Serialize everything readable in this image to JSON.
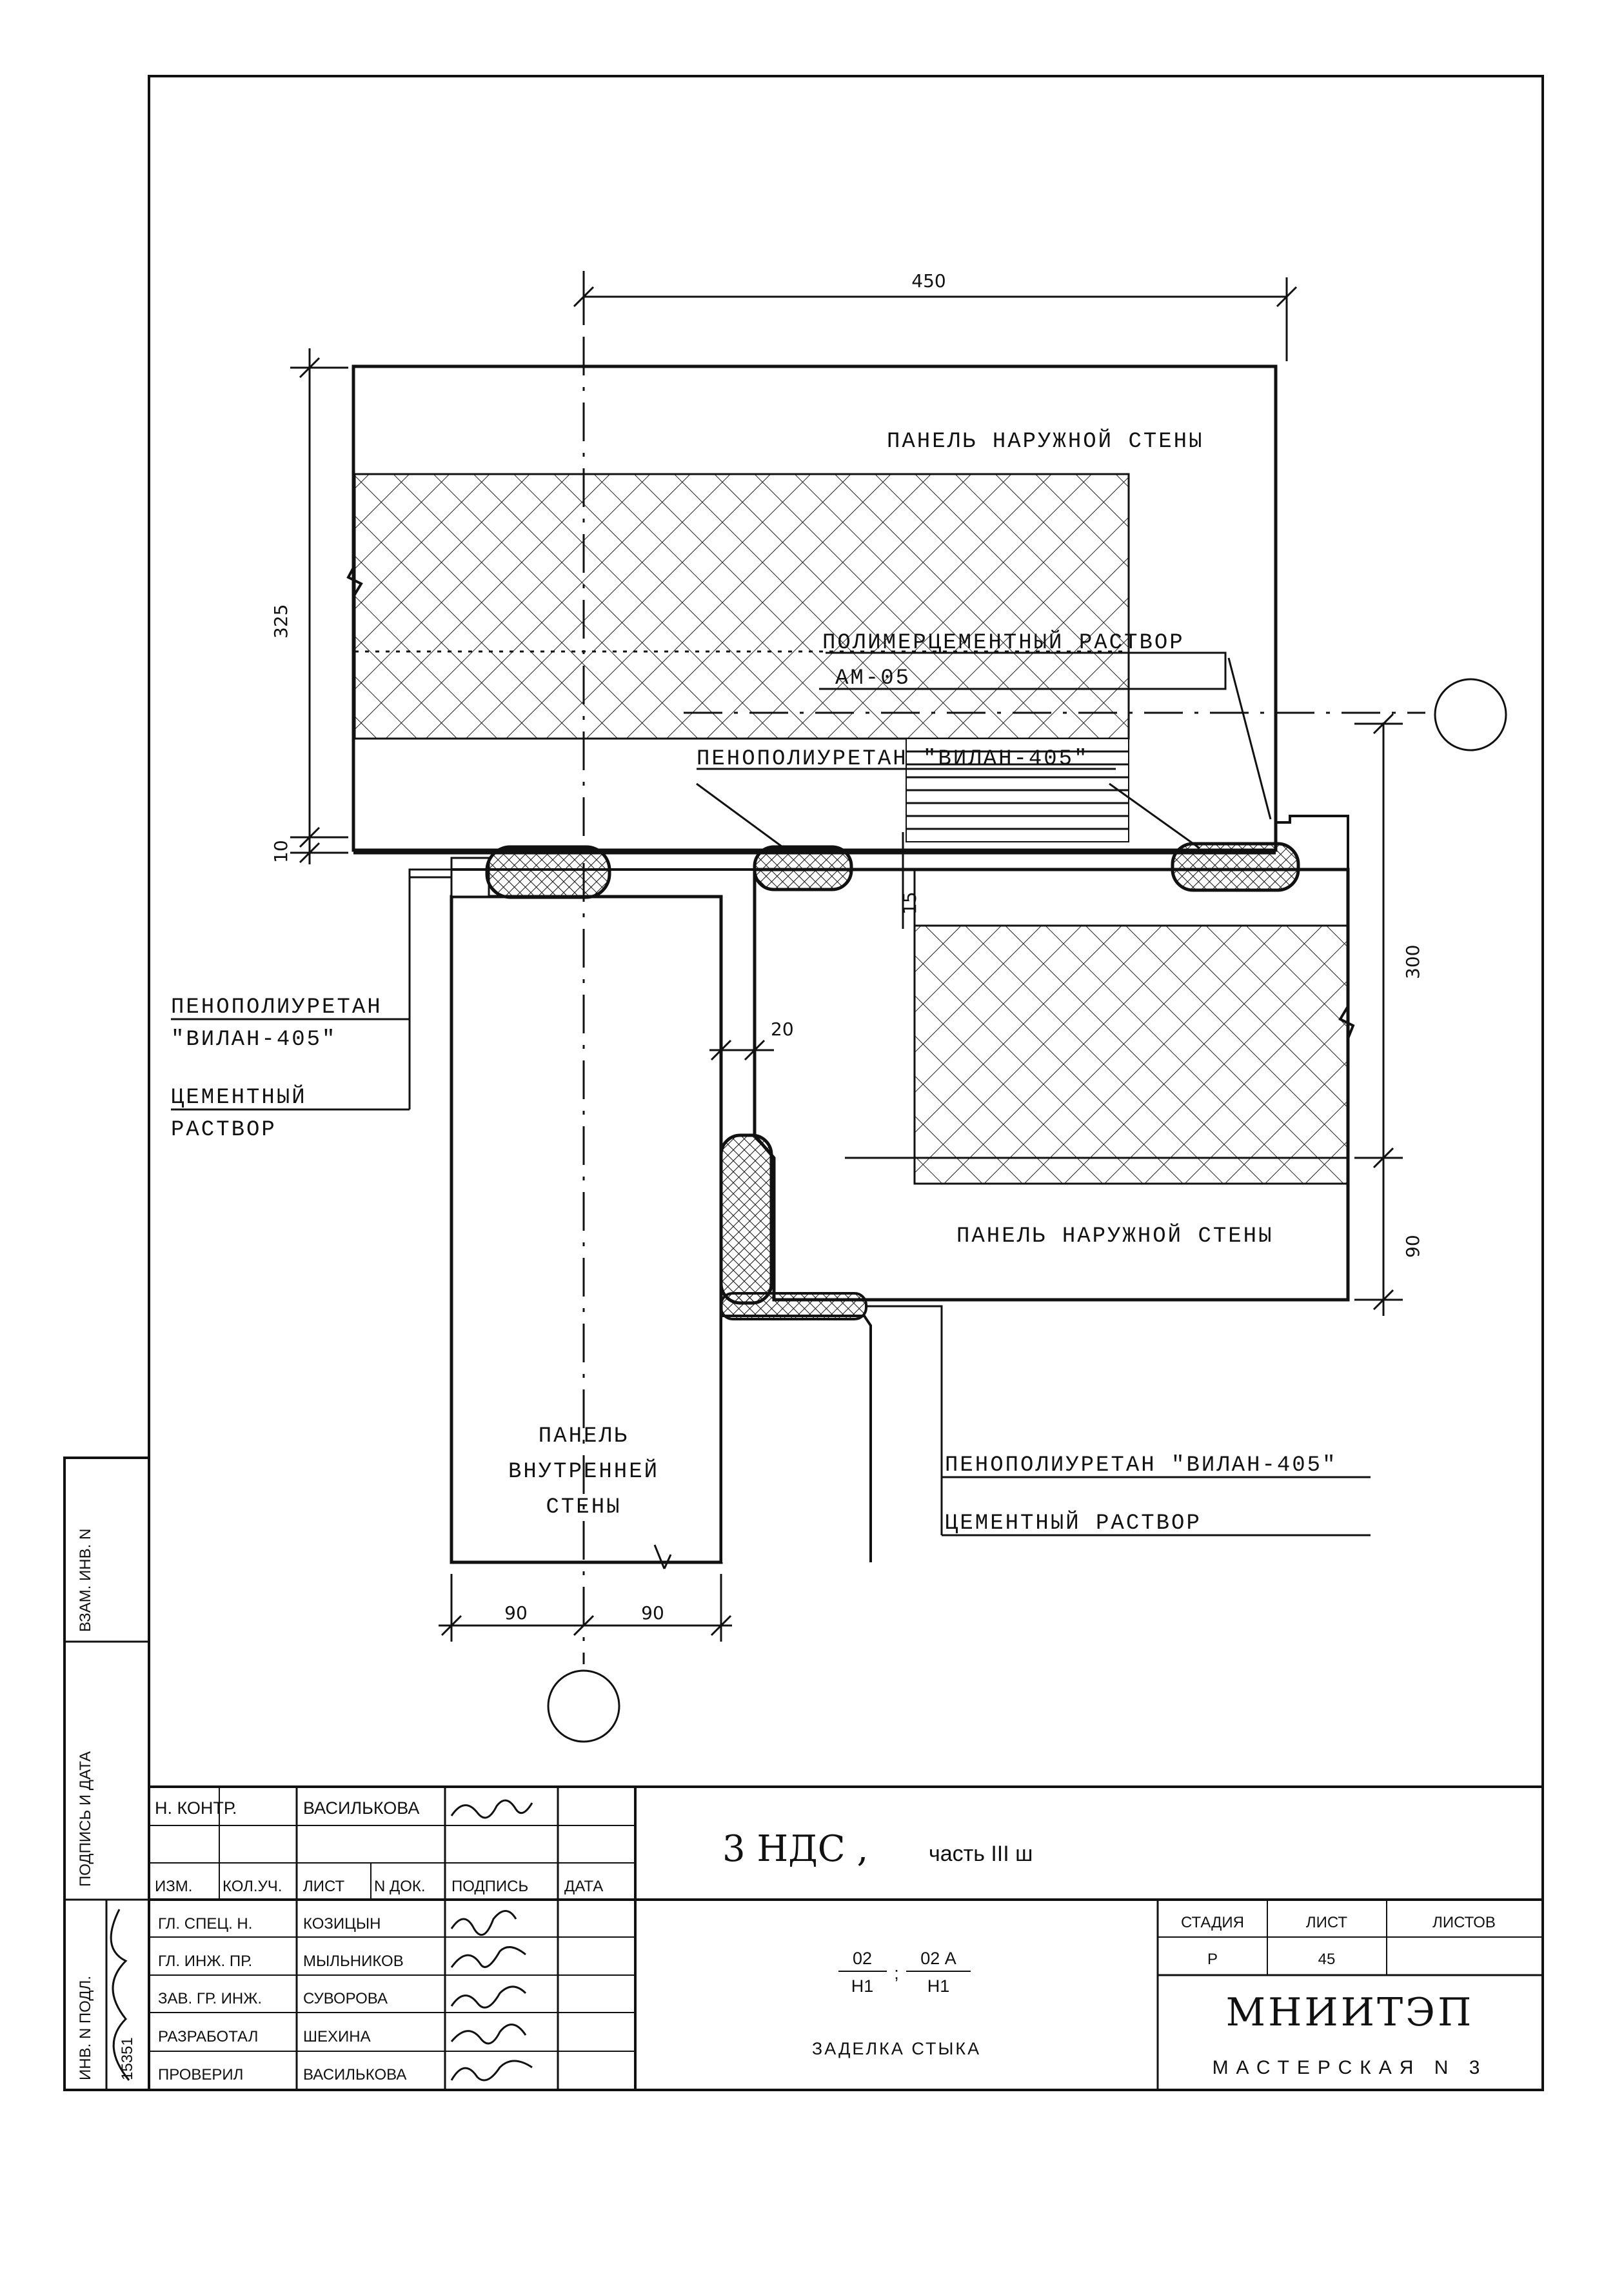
{
  "labels": {
    "top_panel": "ПАНЕЛЬ НАРУЖНОЙ СТЕНЫ",
    "right_panel": "ПАНЕЛЬ НАРУЖНОЙ СТЕНЫ",
    "polymer_mortar_line1": "ПОЛИМЕРЦЕМЕНТНЫЙ РАСТВОР",
    "polymer_mortar_line2": "АМ-05",
    "foam_top": "ПЕНОПОЛИУРЕТАН \"ВИЛАН-405\"",
    "left_foam_line1": "ПЕНОПОЛИУРЕТАН",
    "left_foam_line2": "\"ВИЛАН-405\"",
    "left_cement_line1": "ЦЕМЕНТНЫЙ",
    "left_cement_line2": "РАСТВОР",
    "inner_wall_line1": "ПАНЕЛЬ",
    "inner_wall_line2": "ВНУТРЕННЕЙ",
    "inner_wall_line3": "СТЕНЫ",
    "right_foam": "ПЕНОПОЛИУРЕТАН \"ВИЛАН-405\"",
    "right_cement": "ЦЕМЕНТНЫЙ РАСТВОР"
  },
  "dimensions": {
    "top_width": "450",
    "left_height": "325",
    "left_small": "10",
    "mid_small": "15",
    "gap": "20",
    "right_height": "300",
    "right_small": "90",
    "bottom_left": "90",
    "bottom_right": "90"
  },
  "side_stamp": {
    "vzam": "ВЗАМ. ИНВ. N",
    "podpis": "ПОДПИСЬ И ДАТА",
    "inv": "ИНВ. N ПОДЛ.",
    "inv_value": "15351"
  },
  "title_block": {
    "n_kontr_role": "Н. КОНТР.",
    "n_kontr_name": "ВАСИЛЬКОВА",
    "headers": [
      "ИЗМ.",
      "КОЛ.УЧ.",
      "ЛИСТ",
      "N ДОК.",
      "ПОДПИСЬ",
      "ДАТА"
    ],
    "staff": [
      {
        "role": "ГЛ. СПЕЦ. Н.",
        "name": "КОЗИЦЫН"
      },
      {
        "role": "ГЛ. ИНЖ. ПР.",
        "name": "МЫЛЬНИКОВ"
      },
      {
        "role": "ЗАВ. ГР. ИНЖ.",
        "name": "СУВОРОВА"
      },
      {
        "role": "РАЗРАБОТАЛ",
        "name": "ШЕХИНА"
      },
      {
        "role": "ПРОВЕРИЛ",
        "name": "ВАСИЛЬКОВА"
      }
    ],
    "project_main": "3 НДС ,",
    "project_part": "часть III ш",
    "frac1_num": "02",
    "frac1_den": "Н1",
    "frac_sep": ";",
    "frac2_num": "02 А",
    "frac2_den": "Н1",
    "sheet_title": "ЗАДЕЛКА СТЫКА",
    "stage_label": "СТАДИЯ",
    "sheet_label": "ЛИСТ",
    "sheets_label": "ЛИСТОВ",
    "stage_value": "Р",
    "sheet_value": "45",
    "org": "МНИИТЭП",
    "workshop": "МАСТЕРСКАЯ N 3"
  }
}
